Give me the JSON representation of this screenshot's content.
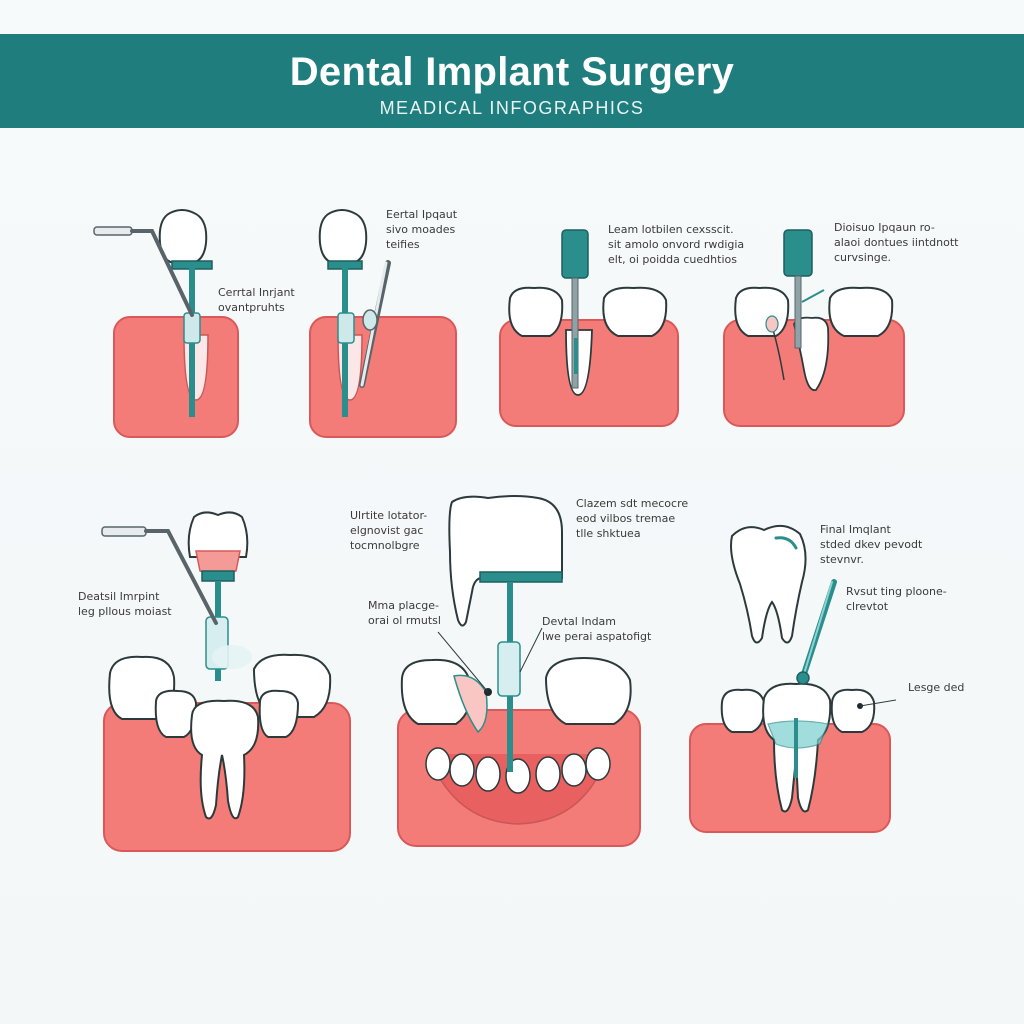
{
  "header": {
    "title": "Dental Implant Surgery",
    "subtitle": "MEADICAL INFOGRAPHICS"
  },
  "colors": {
    "banner": "#1f7d7e",
    "gum": "#f47c78",
    "gum_dark": "#e8605f",
    "teal": "#2a8f8c",
    "tooth": "#ffffff",
    "tooth_shadow": "#d9e3e5"
  },
  "panels": [
    {
      "labels": [
        {
          "lines": [
            "Cerrtal Inrjant",
            "ovantpruhts"
          ]
        }
      ]
    },
    {
      "labels": [
        {
          "lines": [
            "Eertal Ipqaut",
            "sivo moades",
            "teifies"
          ]
        }
      ]
    },
    {
      "labels": [
        {
          "lines": [
            "Leam lotbilen cexsscit.",
            "sit amolo onvord rwdigia",
            "elt, oi poidda cuedhtios"
          ]
        }
      ]
    },
    {
      "labels": [
        {
          "lines": [
            "Dioisuo Ipqaun ro-",
            "alaoi dontues iintdnott",
            "curvsinge."
          ]
        }
      ]
    },
    {
      "labels": [
        {
          "lines": [
            "Ulrtite lotator-",
            "elgnovist gac",
            "tocmnolbgre"
          ]
        },
        {
          "lines": [
            "Deatsil Imrpint",
            "leg pllous moiast"
          ]
        }
      ]
    },
    {
      "labels": [
        {
          "lines": [
            "Clazem sdt mecocre",
            "eod vilbos tremae",
            "tlle shktuea"
          ]
        },
        {
          "lines": [
            "Mma placge-",
            "orai ol rmutsl"
          ]
        },
        {
          "lines": [
            "Devtal Indam",
            "lwe perai aspatofigt"
          ]
        }
      ]
    },
    {
      "labels": [
        {
          "lines": [
            "Final Imqlant",
            "stded dkev pevodt",
            "stevnvr."
          ]
        },
        {
          "lines": [
            "Rvsut ting ploone-",
            "clrevtot"
          ]
        },
        {
          "lines": [
            "Lesge ded"
          ]
        }
      ]
    }
  ]
}
